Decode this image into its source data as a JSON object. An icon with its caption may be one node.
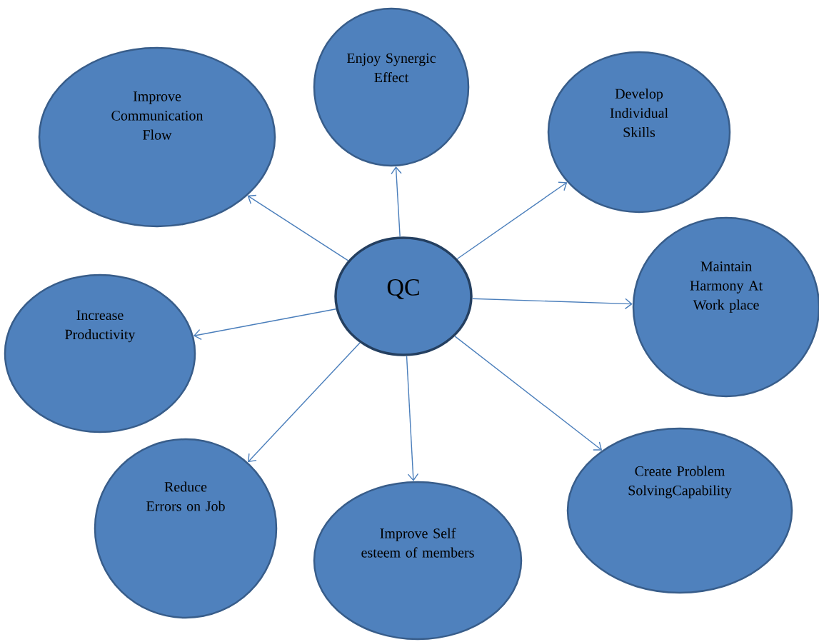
{
  "diagram": {
    "nodes": [
      {
        "text": [
          "QC"
        ]
      },
      {
        "text": [
          "Improve Communication Flow"
        ]
      },
      {
        "text": [
          "Enjoy Synergic Effect"
        ]
      },
      {
        "text": [
          "Develop Individual Skills"
        ]
      },
      {
        "text": [
          "Maintain Harmony At Work place"
        ]
      },
      {
        "text": [
          "Increase Productivity"
        ]
      },
      {
        "text": [
          "Reduce Errors on Job"
        ]
      },
      {
        "text": [
          "Improve Self esteem of members"
        ]
      },
      {
        "text": [
          "Create Problem SolvingCapability"
        ]
      }
    ],
    "edges": [
      {
        "from": 0,
        "to": 1,
        "arrow": "to"
      },
      {
        "from": 0,
        "to": 2,
        "arrow": "to"
      },
      {
        "from": 0,
        "to": 3,
        "arrow": "to"
      },
      {
        "from": 0,
        "to": 4,
        "arrow": "to"
      },
      {
        "from": 0,
        "to": 5,
        "arrow": "to"
      },
      {
        "from": 0,
        "to": 6,
        "arrow": "to"
      },
      {
        "from": 0,
        "to": 7,
        "arrow": "to"
      },
      {
        "from": 0,
        "to": 8,
        "arrow": "to"
      }
    ]
  }
}
